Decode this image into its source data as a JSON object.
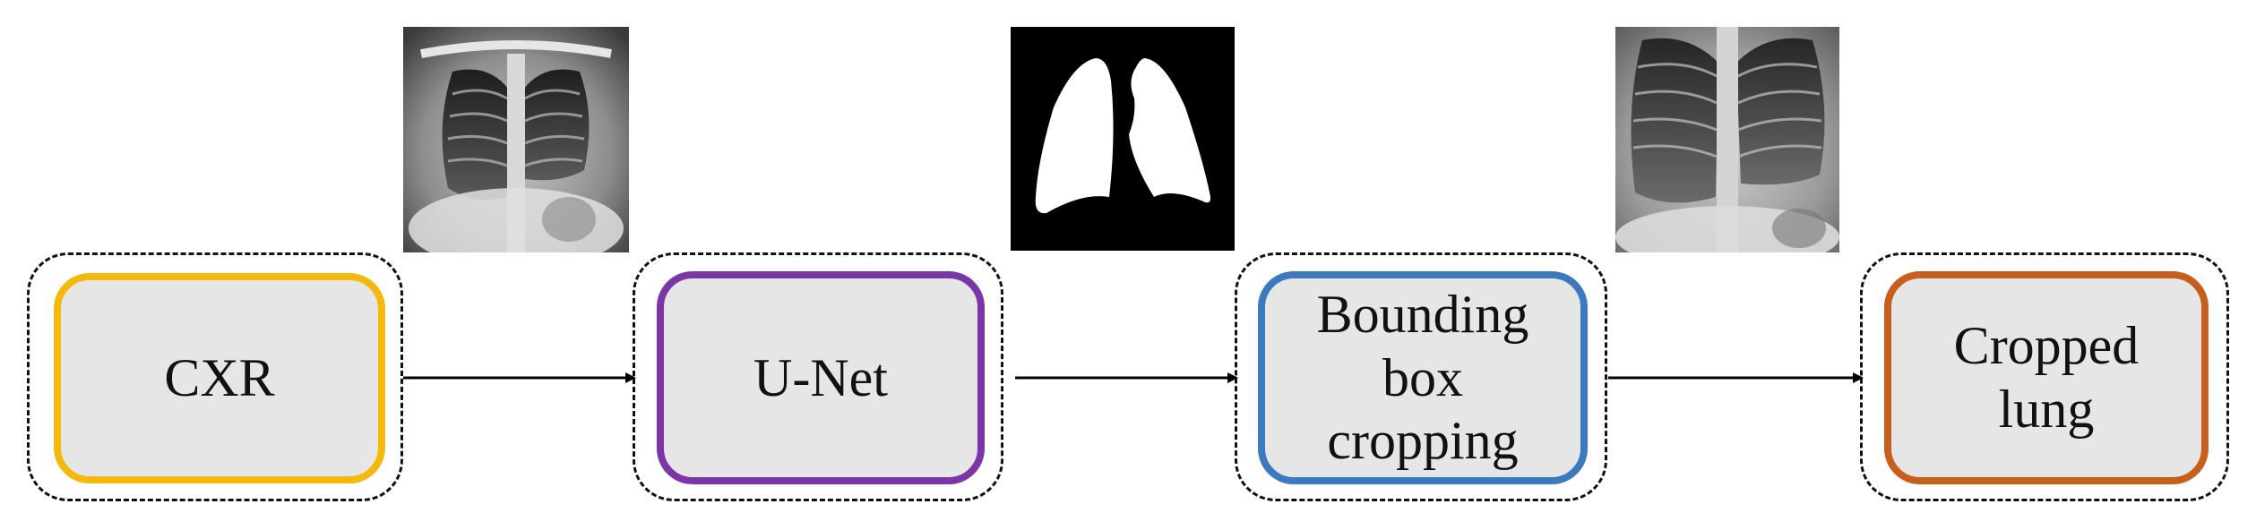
{
  "nodes": [
    {
      "label": "CXR",
      "border_color": "#F5B80C"
    },
    {
      "label": "U-Net",
      "border_color": "#7B35A6"
    },
    {
      "label": "Bounding\nbox\ncropping",
      "border_color": "#3C7AC0"
    },
    {
      "label": "Cropped\nlung",
      "border_color": "#C85E1C"
    }
  ],
  "thumbnails": [
    {
      "icon": "chest-xray-image"
    },
    {
      "icon": "lung-mask-image"
    },
    {
      "icon": "cropped-chest-xray-image"
    }
  ]
}
